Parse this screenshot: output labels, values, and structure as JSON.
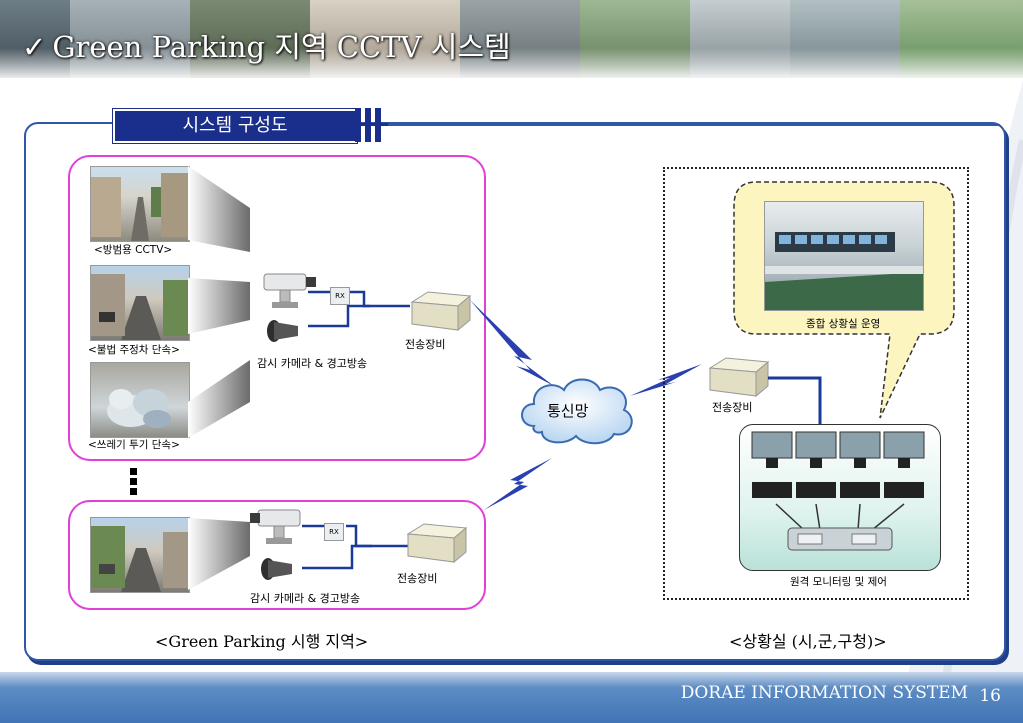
{
  "header": {
    "title": "Green Parking 지역 CCTV 시스템",
    "check_icon": "check-icon"
  },
  "section_label": "시스템 구성도",
  "field_area": {
    "photo_captions": [
      "<방범용 CCTV>",
      "<불법 주정차 단속>",
      "<쓰레기 투기 단속>"
    ],
    "camera_speaker_label": "감시 카메라 & 경고방송",
    "rx_label": "RX",
    "transmitter_label": "전송장비",
    "camera_speaker_label_2": "감시 카메라 & 경고방송",
    "rx_label_2": "RX",
    "transmitter_label_2": "전송장비",
    "caption": "<Green Parking 시행 지역>"
  },
  "network": {
    "cloud_label": "통신망"
  },
  "control_room": {
    "transmitter_label": "전송장비",
    "photo_caption": "종합 상황실 운영",
    "monitor_caption": "원격 모니터링 및 제어",
    "caption": "<상황실 (시,군,구청)>"
  },
  "footer": {
    "company": "DORAE INFORMATION SYSTEM",
    "page": "16"
  },
  "colors": {
    "navy": "#1a2f8c",
    "panel_border": "#2f57a6",
    "pink": "#e040d8",
    "link_blue": "#1a3a9a",
    "callout_fill": "#fdf5c0"
  }
}
